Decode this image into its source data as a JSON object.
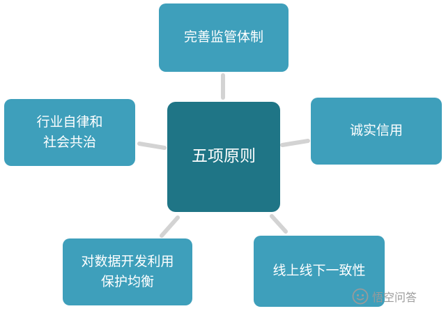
{
  "diagram": {
    "center": "五项原则",
    "nodes": {
      "top": "完善监管体制",
      "left": "行业自律和\n社会共治",
      "right": "诚实信用",
      "bottom_left": "对数据开发利用\n保护均衡",
      "bottom_right": "线上线下一致性"
    }
  },
  "watermark": {
    "text": "悟空问答",
    "logo_icon": "wukong-logo-icon"
  },
  "colors": {
    "center_fill": "#1f7586",
    "node_fill": "#3e9fbb",
    "connector": "#d3d3d3"
  }
}
